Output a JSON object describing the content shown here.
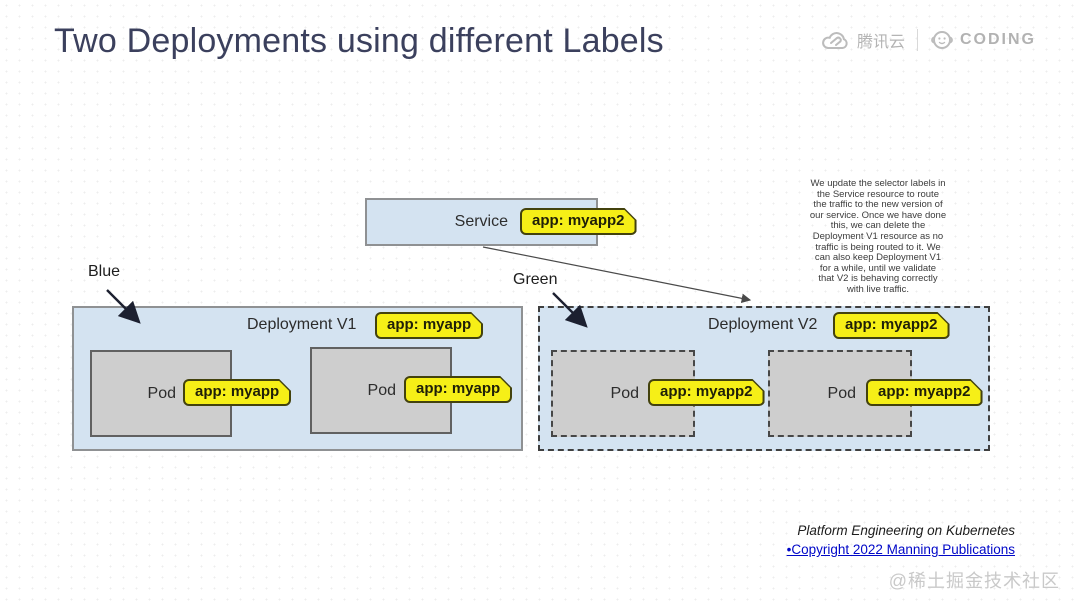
{
  "slide": {
    "title": "Two Deployments using different Labels",
    "watermark": "@稀土掘金技术社区"
  },
  "logos": {
    "tencent_text": "腾讯云",
    "coding_text": "CODING"
  },
  "diagram": {
    "service": {
      "label": "Service",
      "tag": "app: myapp2"
    },
    "blue_label": "Blue",
    "green_label": "Green",
    "deployment_v1": {
      "title": "Deployment V1",
      "tag": "app: myapp",
      "pods": [
        {
          "label": "Pod",
          "tag": "app: myapp"
        },
        {
          "label": "Pod",
          "tag": "app: myapp"
        }
      ]
    },
    "deployment_v2": {
      "title": "Deployment V2",
      "tag": "app: myapp2",
      "pods": [
        {
          "label": "Pod",
          "tag": "app: myapp2"
        },
        {
          "label": "Pod",
          "tag": "app: myapp2"
        }
      ]
    },
    "annotation": "We update the selector labels in\nthe Service resource to route\nthe traffic to the new version of\nour service. Once we have done\nthis, we can delete the\nDeployment V1 resource as no\ntraffic is being routed to it. We\ncan also keep Deployment V1\nfor a while, until we validate\nthat V2 is behaving correctly\nwith live traffic."
  },
  "footer": {
    "book": "Platform Engineering on Kubernetes",
    "copyright": "•Copyright 2022 Manning Publications"
  },
  "colors": {
    "title": "#3b405d",
    "box_fill": "#d4e3f1",
    "box_border": "#8f9193",
    "pod_fill": "#cecece",
    "tag_yellow": "#f6ef17",
    "link_blue": "#0007c8",
    "watermark_gray": "#c9c9c9"
  }
}
